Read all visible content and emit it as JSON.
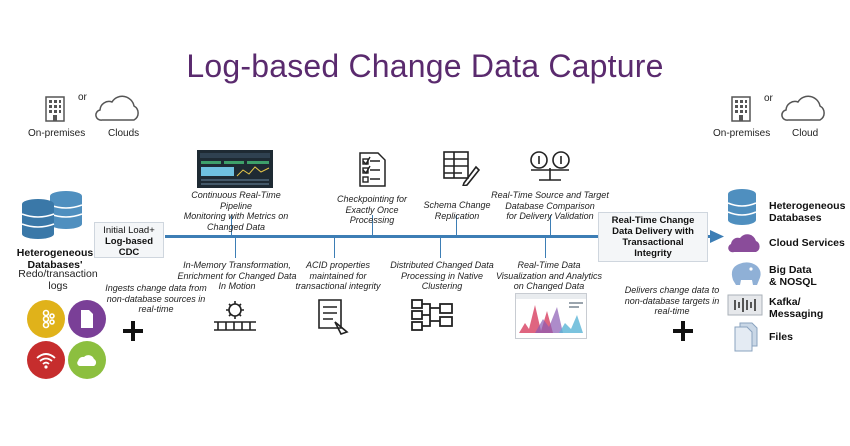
{
  "title": "Log-based Change Data Capture",
  "left": {
    "on_premises": "On-premises",
    "or": "or",
    "clouds": "Clouds",
    "db_title": "Heterogeneous Databases'",
    "db_sub": "Redo/transaction logs",
    "initial_load_1": "Initial Load+",
    "initial_load_2": "Log-based",
    "initial_load_3": "CDC",
    "ingest_1": "Ingests change data from",
    "ingest_2": "non-database sources in",
    "ingest_3": "real-time"
  },
  "right": {
    "on_premises": "On-premises",
    "or": "or",
    "cloud": "Cloud",
    "delivery_1": "Real-Time Change",
    "delivery_2": "Data Delivery with",
    "delivery_3": "Transactional",
    "delivery_4": "Integrity",
    "delivers_1": "Delivers change data to",
    "delivers_2": "non-database targets in",
    "delivers_3": "real-time",
    "targets": [
      {
        "line1": "Heterogeneous",
        "line2": "Databases"
      },
      {
        "line1": "Cloud Services",
        "line2": ""
      },
      {
        "line1": "Big Data",
        "line2": "& NOSQL"
      },
      {
        "line1": "Kafka/",
        "line2": "Messaging"
      },
      {
        "line1": "Files",
        "line2": ""
      }
    ]
  },
  "top_features": [
    {
      "l1": "Continuous Real-Time Pipeline",
      "l2": "Monitoring with Metrics on",
      "l3": "Changed Data"
    },
    {
      "l1": "Checkpointing for",
      "l2": "Exactly Once",
      "l3": "Processing"
    },
    {
      "l1": "Schema Change",
      "l2": "Replication",
      "l3": ""
    },
    {
      "l1": "Real-Time Source and Target",
      "l2": "Database Comparison",
      "l3": "for Delivery Validation"
    }
  ],
  "bottom_features": [
    {
      "l1": "In-Memory Transformation,",
      "l2": "Enrichment for Changed Data",
      "l3": "In Motion"
    },
    {
      "l1": "ACID properties",
      "l2": "maintained for",
      "l3": "transactional integrity"
    },
    {
      "l1": "Distributed  Changed Data",
      "l2": "Processing in Native",
      "l3": "Clustering"
    },
    {
      "l1": "Real-Time Data",
      "l2": "Visualization and Analytics",
      "l3": "on Changed Data"
    }
  ],
  "colors": {
    "title": "#5a2a6e",
    "line": "#3d7eb5",
    "db_blue": "#4f8fbf",
    "cloud_purple": "#8a4c9a",
    "yellow": "#e0b21a",
    "purple": "#7a3f97",
    "red": "#c62d2d",
    "green": "#8cbf3f"
  }
}
